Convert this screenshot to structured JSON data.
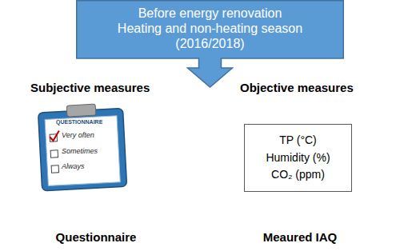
{
  "diagram": {
    "nodes": [
      {
        "text": [
          "Before energy renovation Heating and non-heating season (2016/2018)"
        ]
      },
      {
        "text": [
          "TP (°C)",
          "Humidity (%)",
          "CO₂ (ppm)"
        ]
      }
    ],
    "labels": [
      "Subjective measures",
      "Objective measures",
      "QUESTIONNAIRE",
      "Very often",
      "Sometimes",
      "Always",
      "Questionnaire",
      "Meaured IAQ"
    ]
  }
}
